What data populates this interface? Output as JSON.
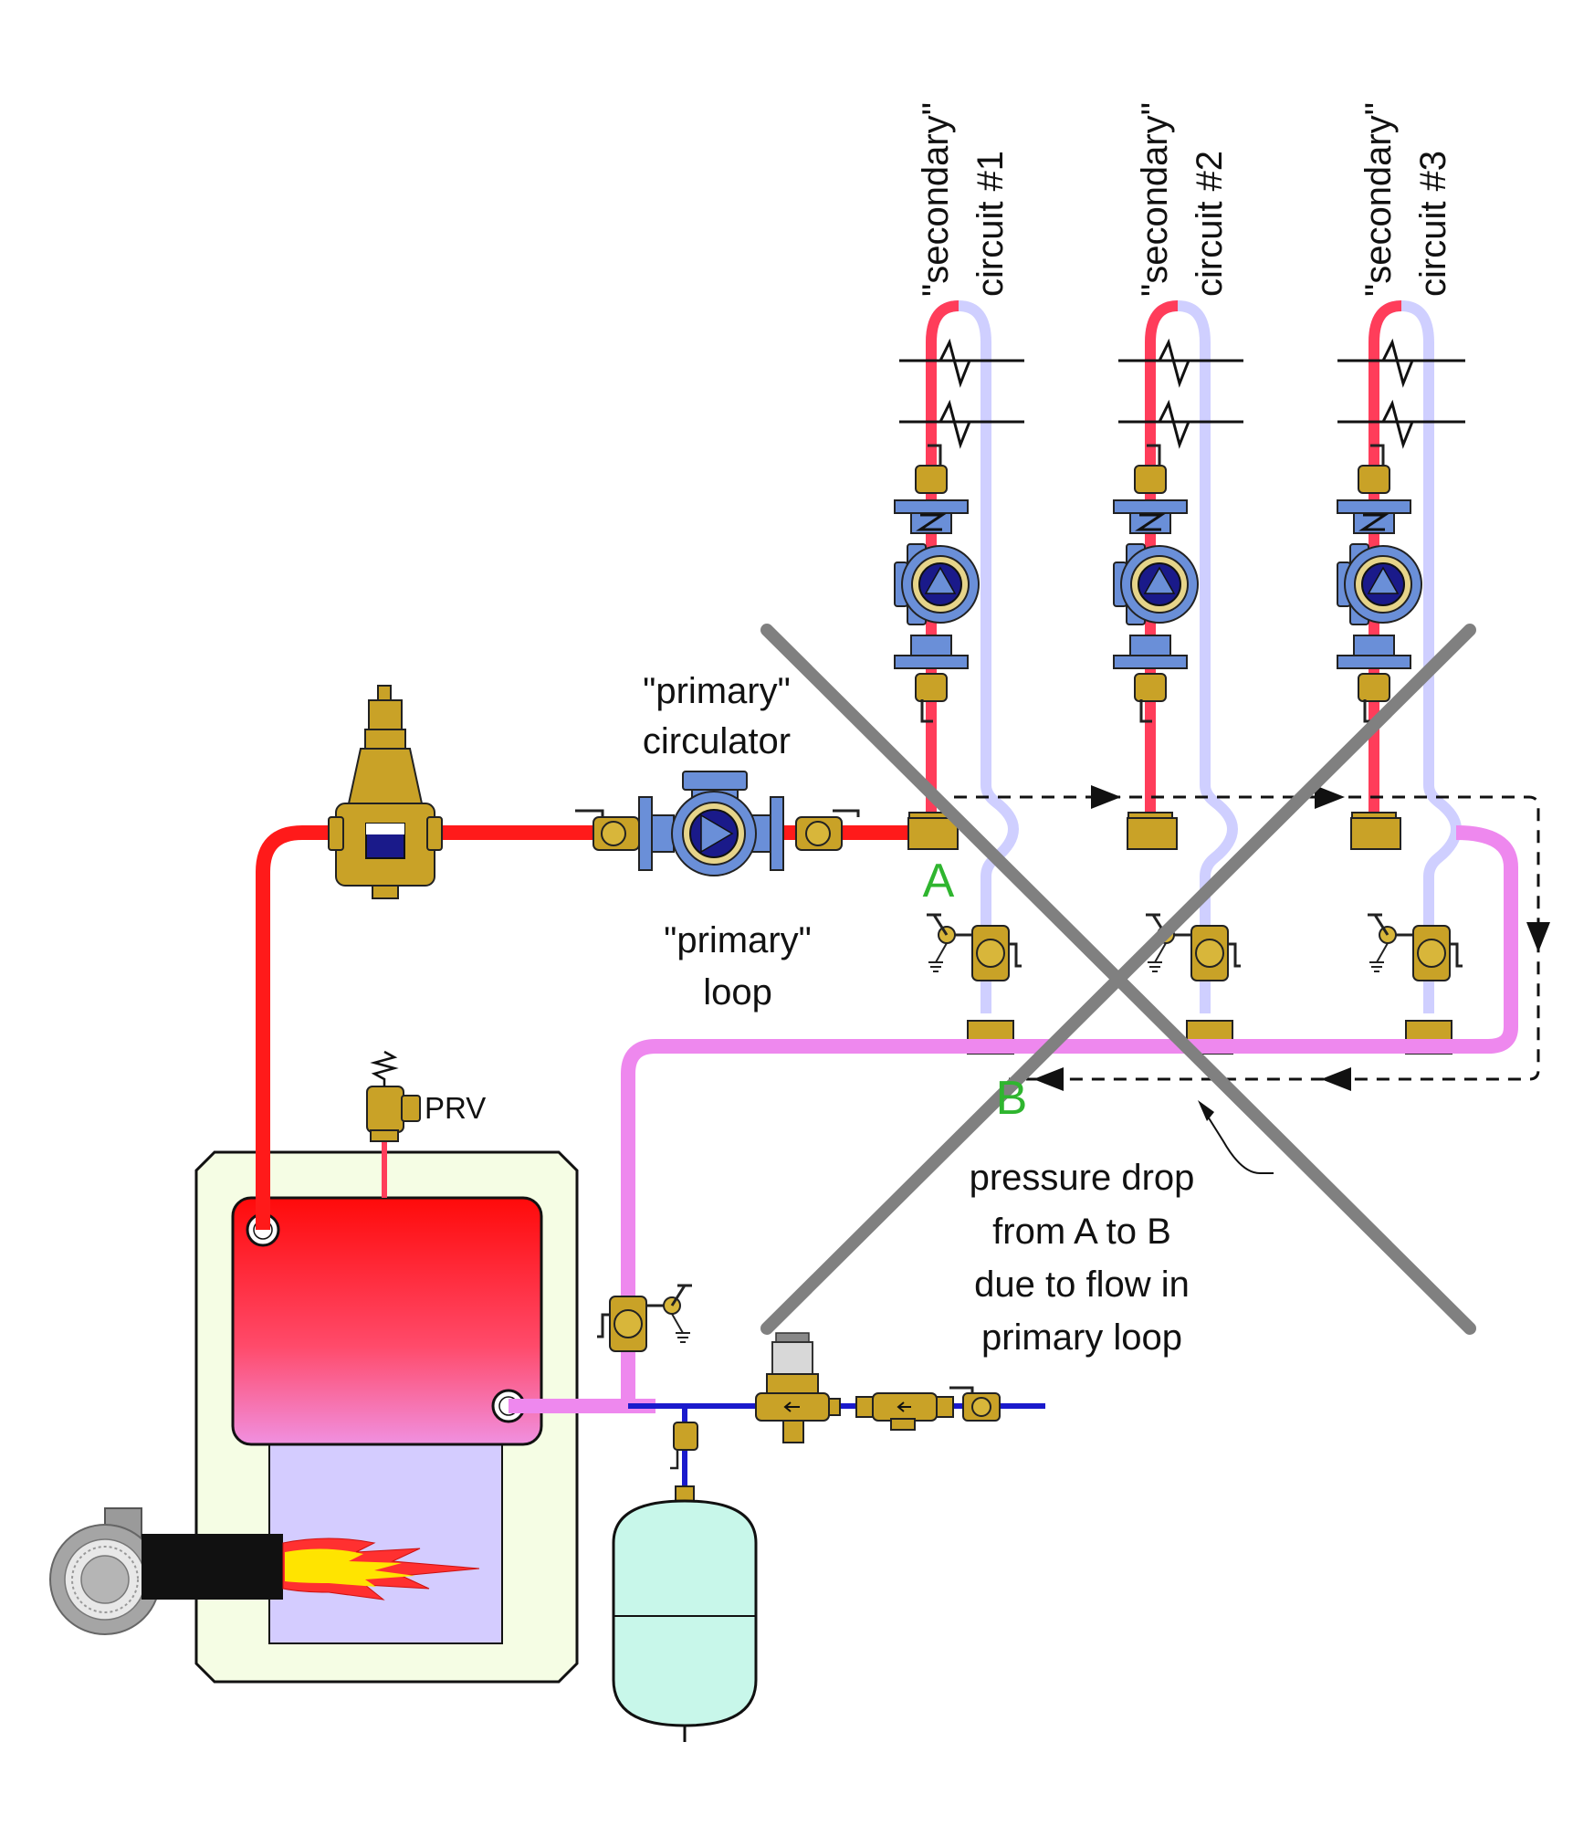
{
  "labels": {
    "secondary_circuits": [
      {
        "line1": "\"secondary\"",
        "line2": "circuit #1"
      },
      {
        "line1": "\"secondary\"",
        "line2": "circuit #2"
      },
      {
        "line1": "\"secondary\"",
        "line2": "circuit #3"
      }
    ],
    "primary_circulator": {
      "line1": "\"primary\"",
      "line2": "circulator"
    },
    "primary_loop": {
      "line1": "\"primary\"",
      "line2": "loop"
    },
    "point_a": "A",
    "point_b": "B",
    "prv": "PRV",
    "pressure_drop": [
      "pressure drop",
      "from A to B",
      "due to flow in",
      "primary loop"
    ]
  },
  "colors": {
    "hot_pipe": "#ff1a1a",
    "secondary_supply": "#ff3d5a",
    "return_pipe": "#ee88ee",
    "secondary_return": "#cfcfff",
    "cold_water": "#1a1acc",
    "brass": "#c9a227",
    "pump_blue": "#6a8fd8",
    "cross_gray": "#808080",
    "accent_green": "#2fb52f"
  },
  "icons": [
    "air-separator-icon",
    "circulator-icon",
    "ball-valve-icon",
    "tee-fitting-icon",
    "purge-valve-icon",
    "relief-valve-icon",
    "expansion-tank-icon",
    "burner-icon",
    "pressure-reducing-valve-icon",
    "backflow-preventer-icon"
  ]
}
